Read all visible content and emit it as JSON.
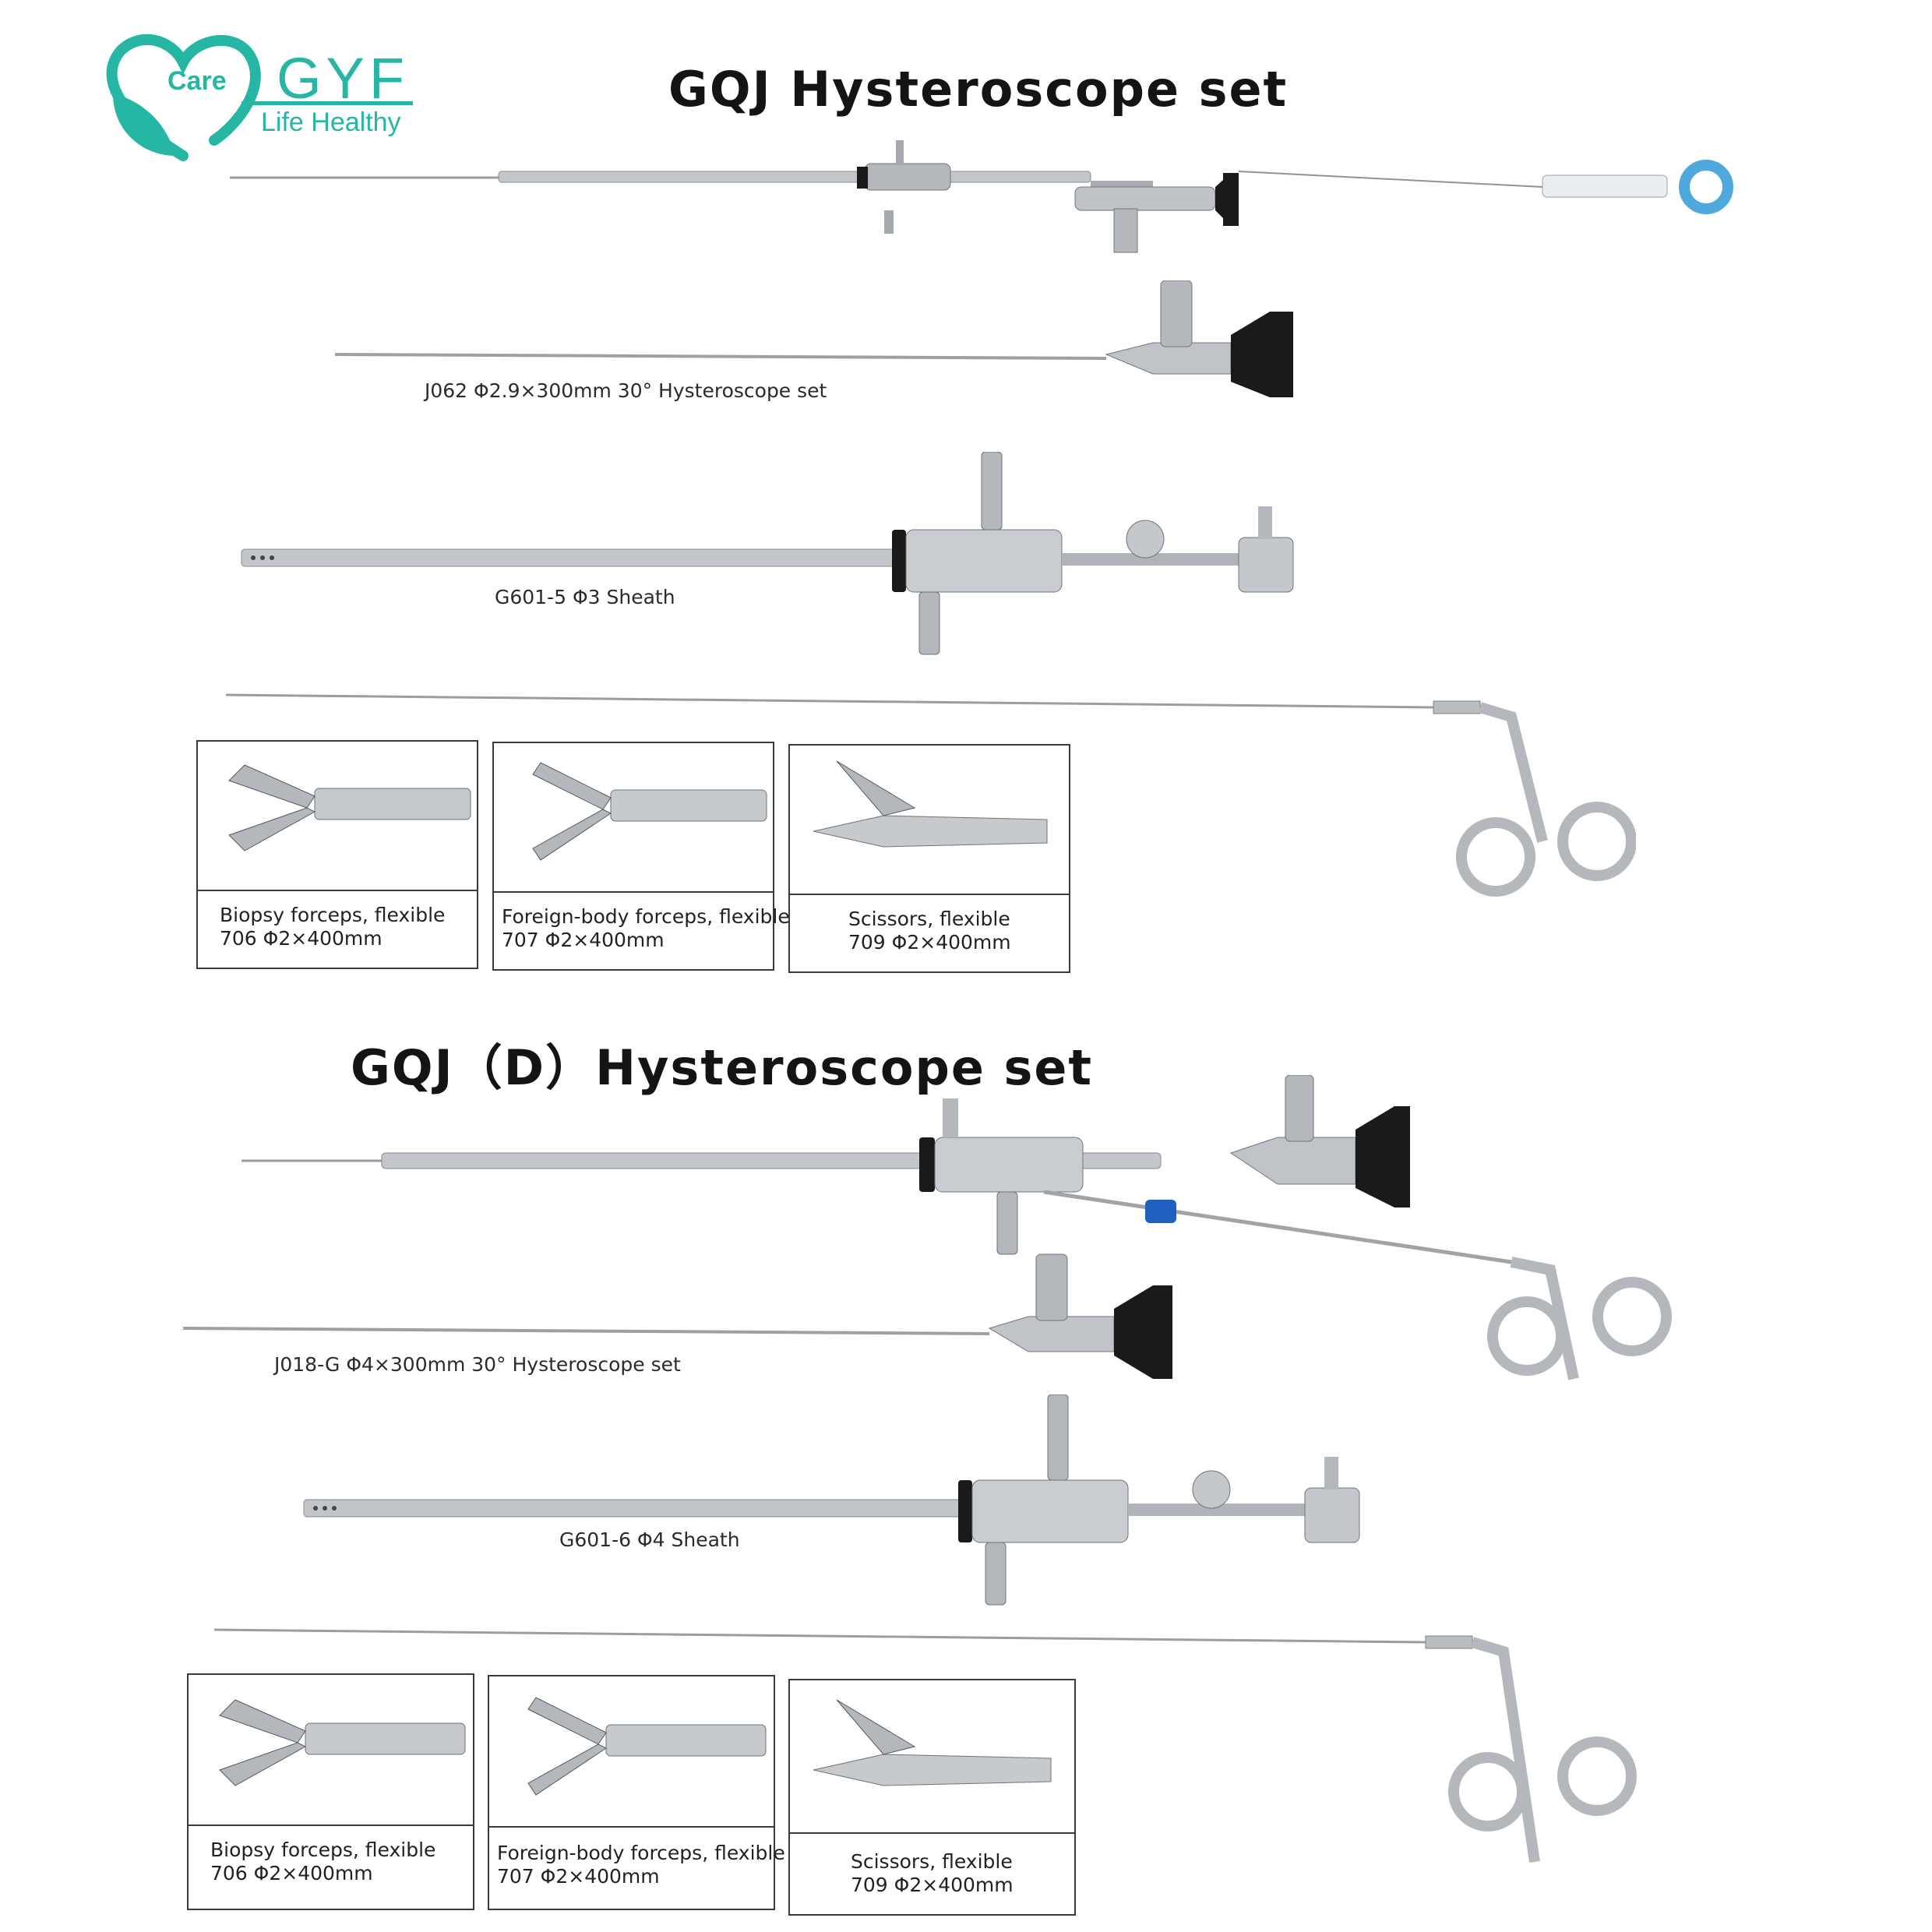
{
  "logo": {
    "care": "Care",
    "brand": "GYF",
    "tagline": "Life Healthy",
    "color": "#26b6a4"
  },
  "section1": {
    "title": "GQJ  Hysteroscope set",
    "scope_caption": "J062 Φ2.9×300mm 30°  Hysteroscope set",
    "sheath_caption": "G601-5  Φ3  Sheath",
    "instruments": [
      {
        "name": "Biopsy forceps, flexible",
        "spec": "706 Φ2×400mm"
      },
      {
        "name": "Foreign-body forceps, flexible",
        "spec": "707 Φ2×400mm"
      },
      {
        "name": "Scissors, flexible",
        "spec": "709 Φ2×400mm"
      }
    ]
  },
  "section2": {
    "title": "GQJ（D）Hysteroscope set",
    "scope_caption": "J018-G Φ4×300mm 30°  Hysteroscope set",
    "sheath_caption": "G601-6  Φ4  Sheath",
    "instruments": [
      {
        "name": "Biopsy forceps, flexible",
        "spec": "706 Φ2×400mm"
      },
      {
        "name": "Foreign-body forceps, flexible",
        "spec": "707 Φ2×400mm"
      },
      {
        "name": "Scissors, flexible",
        "spec": "709 Φ2×400mm"
      }
    ]
  },
  "colors": {
    "metal": "#b8bcc0",
    "metal_dark": "#7c8186",
    "eyepiece": "#1a1a1a",
    "blue_handle": "#4fa9dc",
    "blue_valve": "#1f5fbf"
  }
}
